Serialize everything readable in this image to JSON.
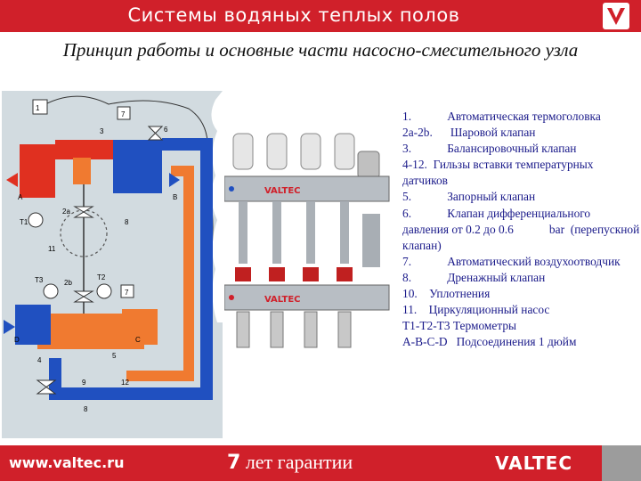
{
  "header": {
    "title": "Системы водяных теплых полов",
    "accent_color": "#d0202a"
  },
  "subtitle": "Принцип работы и основные части насосно-смесительного узла",
  "diagram_labels": {
    "l1": "1",
    "l3": "3",
    "l7a": "7",
    "l6": "6",
    "lA": "A",
    "lB": "B",
    "lT1": "T1",
    "l2a": "2a",
    "l8a": "8",
    "l11": "11",
    "l2b": "2b",
    "lT3": "T3",
    "lT2": "T2",
    "l7b": "7",
    "lD": "D",
    "lC": "C",
    "l4": "4",
    "l5": "5",
    "l9": "9",
    "l12": "12",
    "l8b": "8"
  },
  "photo": {
    "brand1": "VALTEC",
    "brand2": "VALTEC"
  },
  "legend": [
    "1.            Автоматическая термоголовка",
    "2a-2b.      Шаровой клапан",
    "3.            Балансировочный клапан",
    "4-12.  Гильзы вставки температурных датчиков",
    "5.            Запорный клапан",
    "6.            Клапан дифференциального  давления от 0.2 до 0.6            bar  (перепускной клапан)",
    "7.            Автоматический воздухоотводчик",
    "8.            Дренажный клапан",
    "10.    Уплотнения",
    "11.    Циркуляционный насос",
    "T1-T2-T3 Термометры",
    "A-B-C-D   Подсоединения 1 дюйм"
  ],
  "footer": {
    "url": "www.valtec.ru",
    "warranty_num": "7",
    "warranty_text": " лет гарантии",
    "brand": "VALTEC"
  },
  "colors": {
    "hot": "#e03020",
    "warm": "#f07a30",
    "cold": "#2050c0",
    "bg": "#d2dbe0"
  }
}
